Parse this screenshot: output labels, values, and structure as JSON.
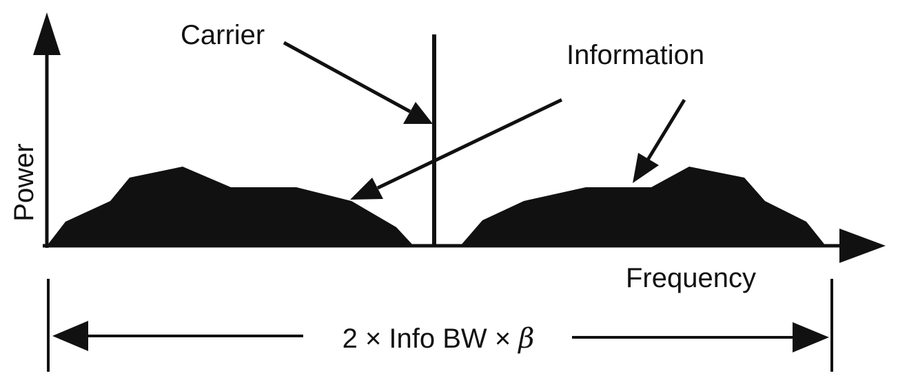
{
  "labels": {
    "carrier": "Carrier",
    "information": "Information",
    "power": "Power",
    "frequency": "Frequency",
    "bandwidth": {
      "prefix": "2",
      "times": "×",
      "info_bw": "Info BW",
      "beta": "β"
    }
  },
  "colors": {
    "ink": "#111111",
    "background": "#ffffff"
  }
}
